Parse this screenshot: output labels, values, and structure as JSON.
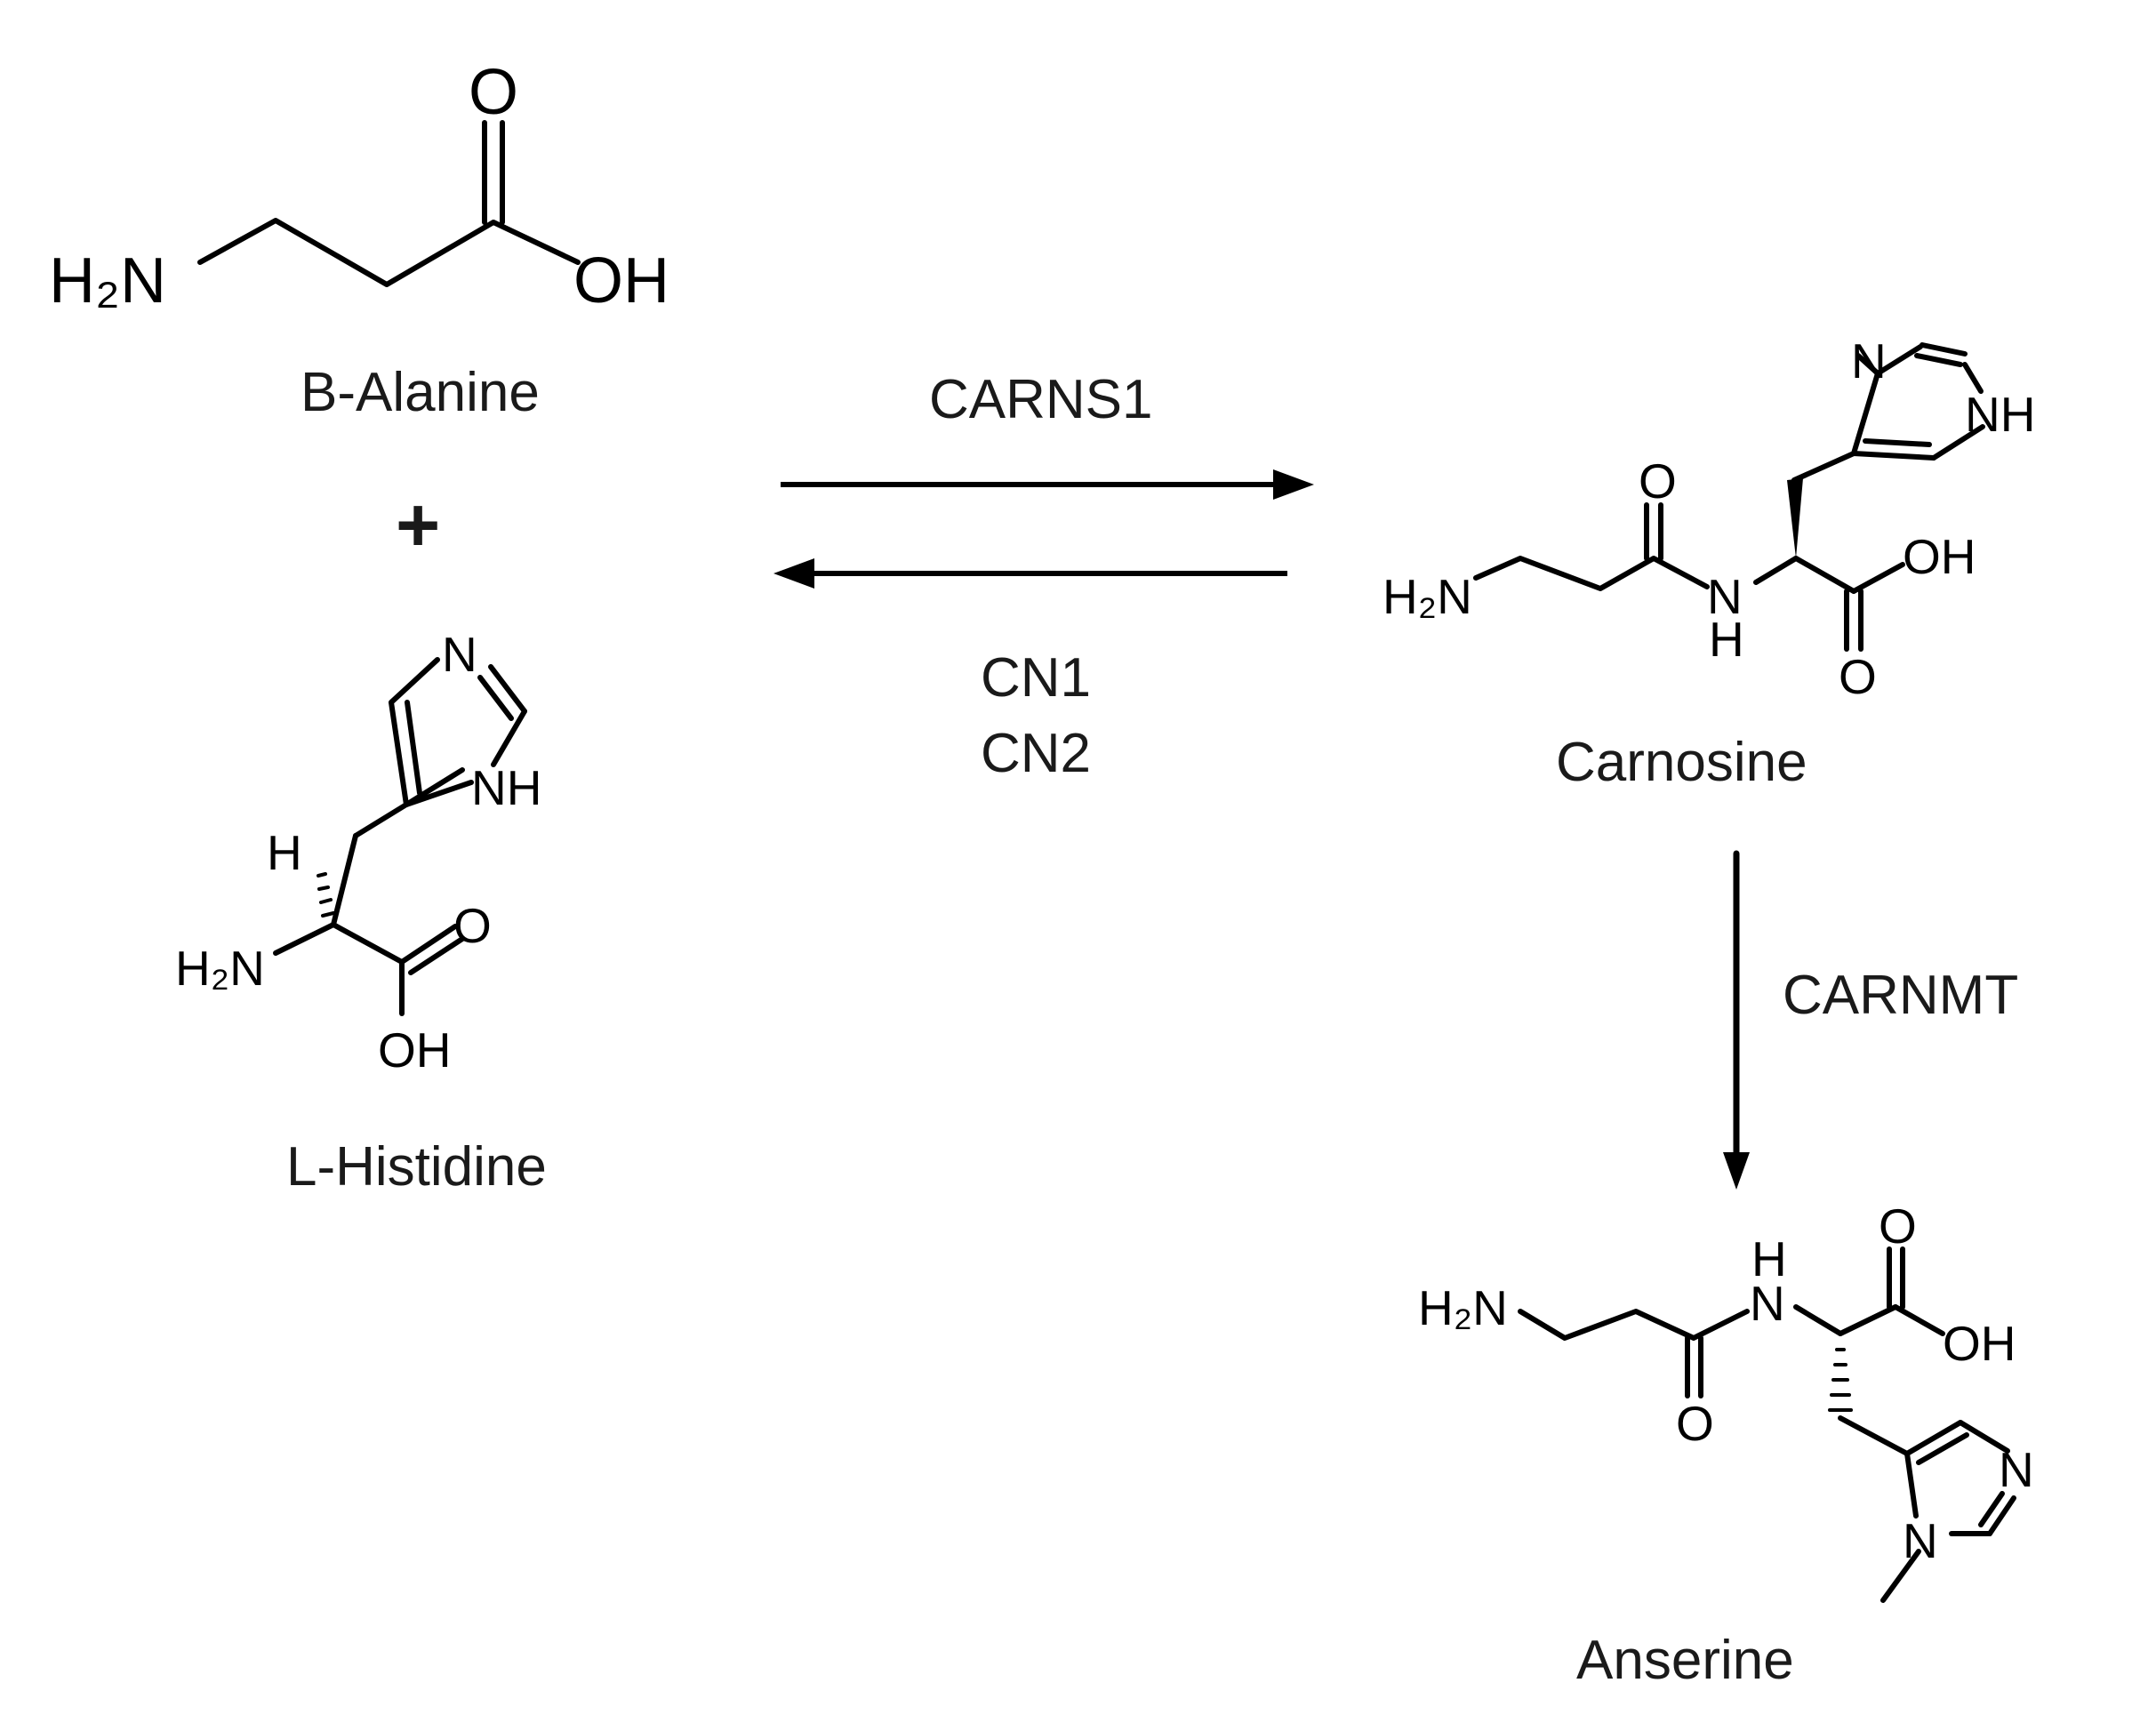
{
  "compounds": {
    "beta_alanine": {
      "name": "B-Alanine",
      "nh2": "H₂N",
      "o": "O",
      "oh": "OH"
    },
    "histidine": {
      "name": "L-Histidine",
      "n": "N",
      "nh": "NH",
      "h": "H",
      "nh2": "H₂N",
      "o": "O",
      "oh": "OH"
    },
    "carnosine": {
      "name": "Carnosine",
      "n": "N",
      "nh_ring": "NH",
      "o": "O",
      "oh": "OH",
      "nh2": "H₂N",
      "amide_n": "N",
      "amide_h": "H"
    },
    "anserine": {
      "name": "Anserine",
      "nh2": "H₂N",
      "amide_h": "H",
      "amide_n": "N",
      "o_acid": "O",
      "oh": "OH",
      "o_amide": "O",
      "n_ring": "N",
      "n_methyl": "N"
    }
  },
  "plus": "+",
  "enzymes": {
    "forward": "CARNS1",
    "reverse_1": "CN1",
    "reverse_2": "CN2",
    "methylation": "CARNMT"
  }
}
